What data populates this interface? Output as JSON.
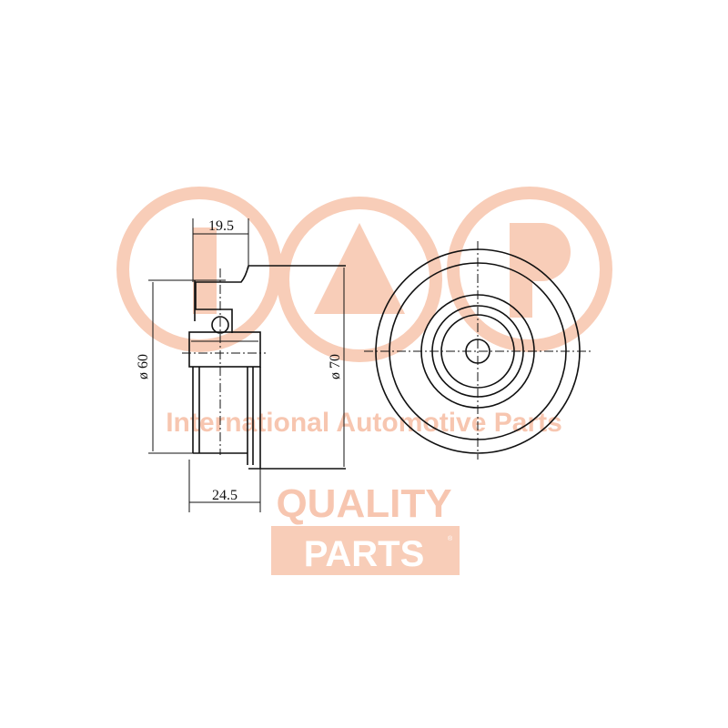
{
  "watermark": {
    "brand_text": "International Automotive Parts",
    "quality": "QUALITY",
    "parts": "PARTS",
    "registered": "®",
    "color": "#f7c6b0"
  },
  "dimensions": {
    "width_top": "19.5",
    "width_bottom": "24.5",
    "diameter_inner": "ø 60",
    "diameter_outer": "ø 70"
  }
}
